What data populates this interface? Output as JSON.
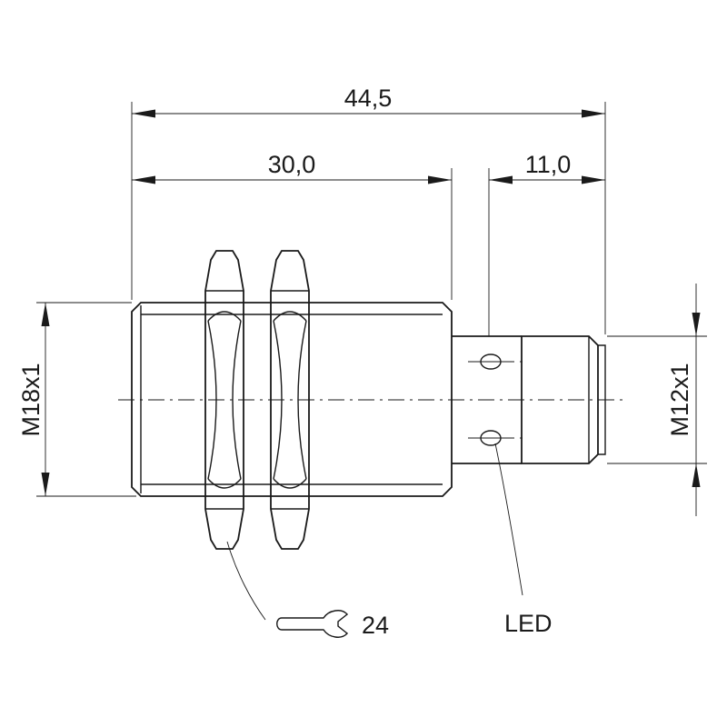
{
  "dimensions": {
    "overall_length": "44,5",
    "body_length": "30,0",
    "connector_length": "11,0",
    "body_thread": "M18x1",
    "connector_thread": "M12x1"
  },
  "callouts": {
    "wrench_size": "24",
    "led": "LED"
  },
  "icons": {
    "wrench": "wrench-icon"
  },
  "colors": {
    "line": "#1a1a1a",
    "background": "#ffffff"
  }
}
